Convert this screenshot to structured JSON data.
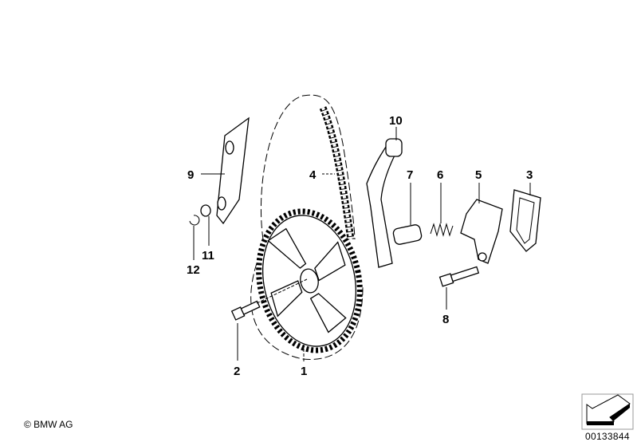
{
  "diagram": {
    "callouts": [
      "1",
      "2",
      "3",
      "4",
      "5",
      "6",
      "7",
      "8",
      "9",
      "10",
      "11",
      "12"
    ],
    "parts": [
      "sprocket",
      "bolt",
      "gasket",
      "chain",
      "chain-tensioner-housing",
      "spring",
      "piston",
      "bolt",
      "chain-guide-rail",
      "tensioning-rail",
      "washer",
      "circlip"
    ]
  },
  "footer": {
    "copyright": "© BMW AG",
    "diagram_number": "00133844"
  }
}
